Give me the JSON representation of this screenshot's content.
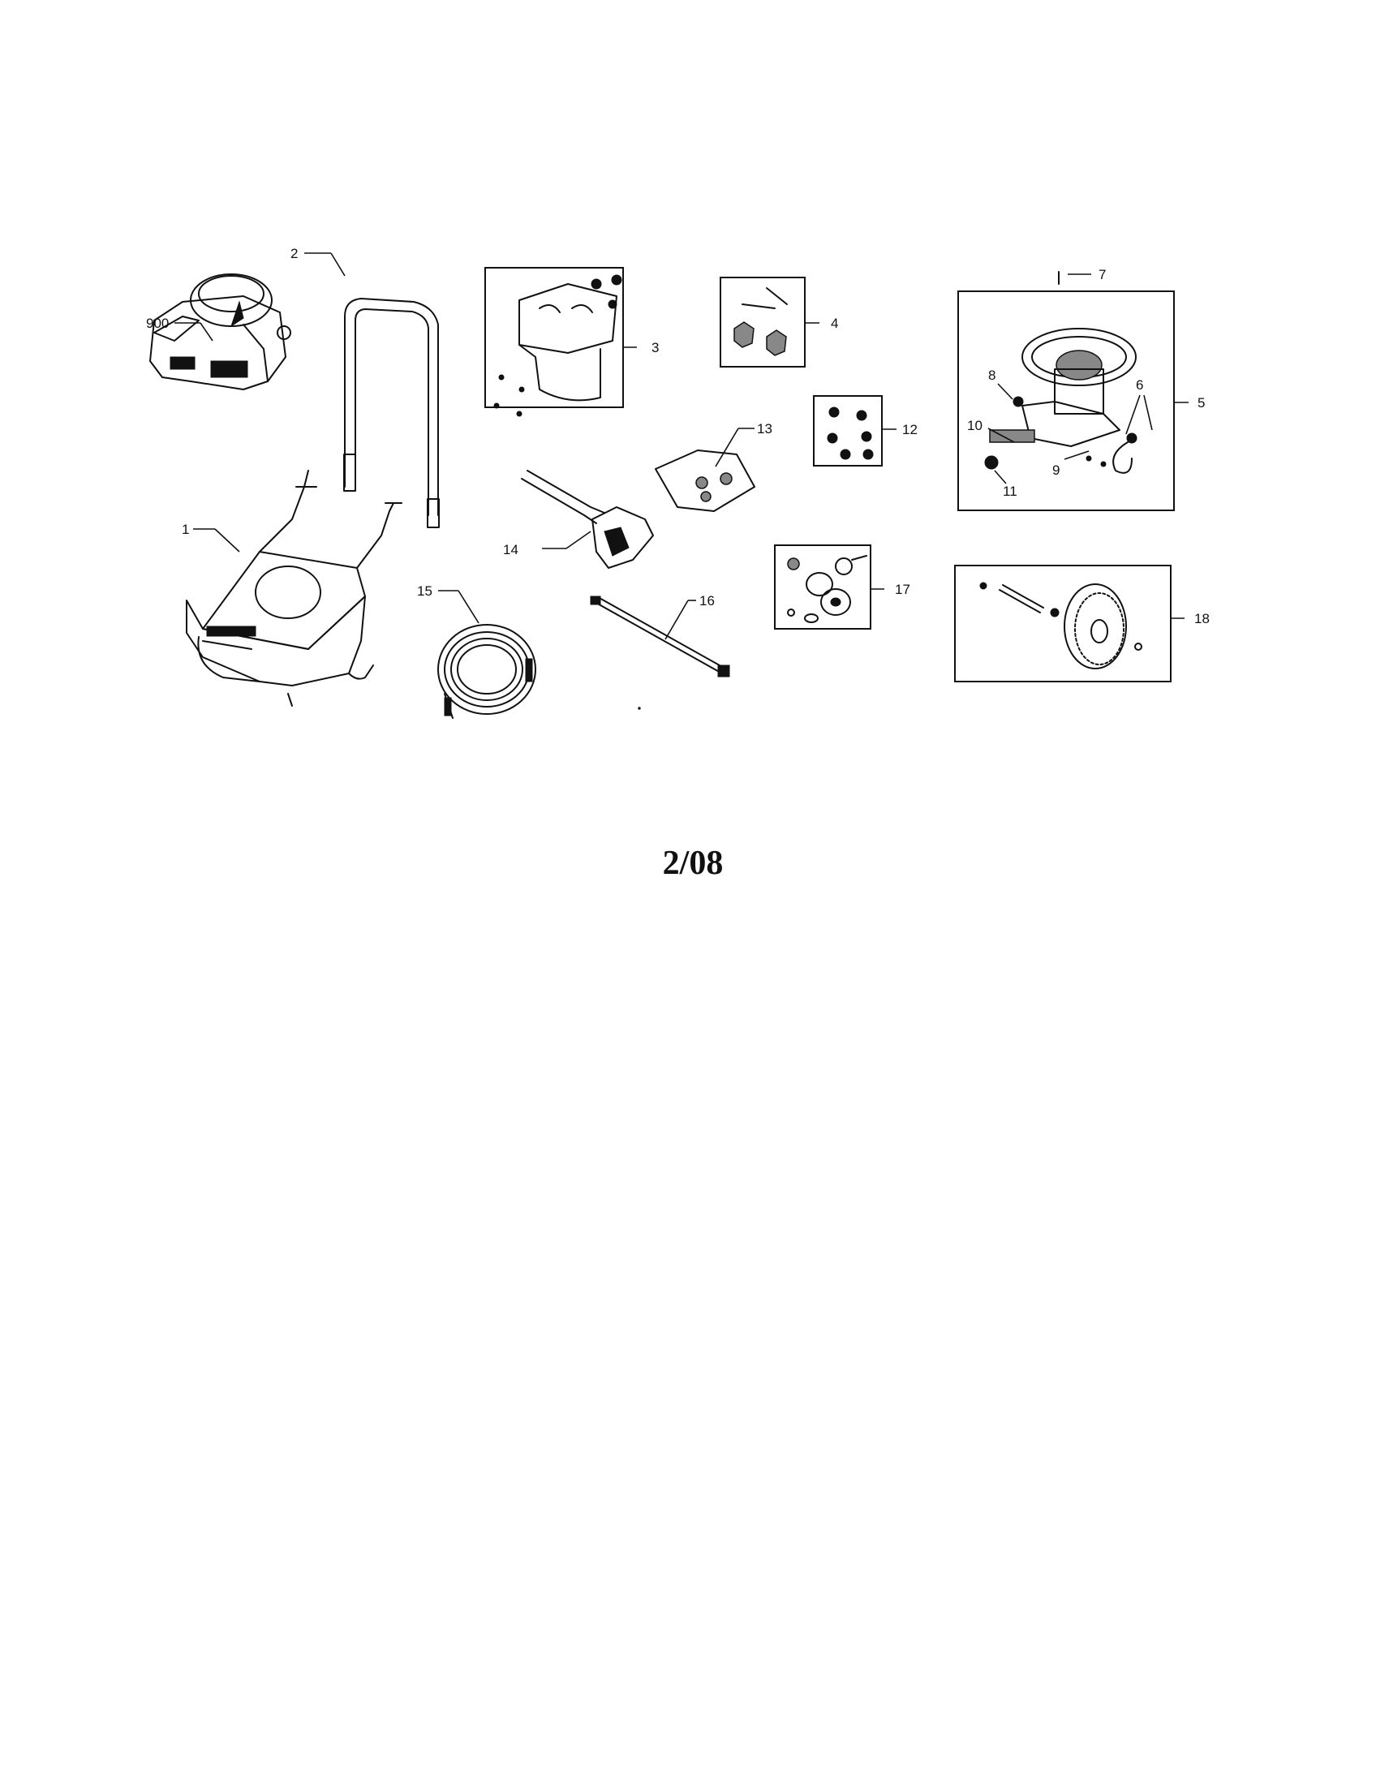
{
  "callouts": {
    "c900": "900",
    "c1": "1",
    "c2": "2",
    "c3": "3",
    "c4": "4",
    "c5": "5",
    "c6": "6",
    "c7": "7",
    "c8": "8",
    "c9": "9",
    "c10": "10",
    "c11": "11",
    "c12": "12",
    "c13": "13",
    "c14": "14",
    "c15": "15",
    "c16": "16",
    "c17": "17",
    "c18": "18"
  },
  "page_code": "2/08"
}
